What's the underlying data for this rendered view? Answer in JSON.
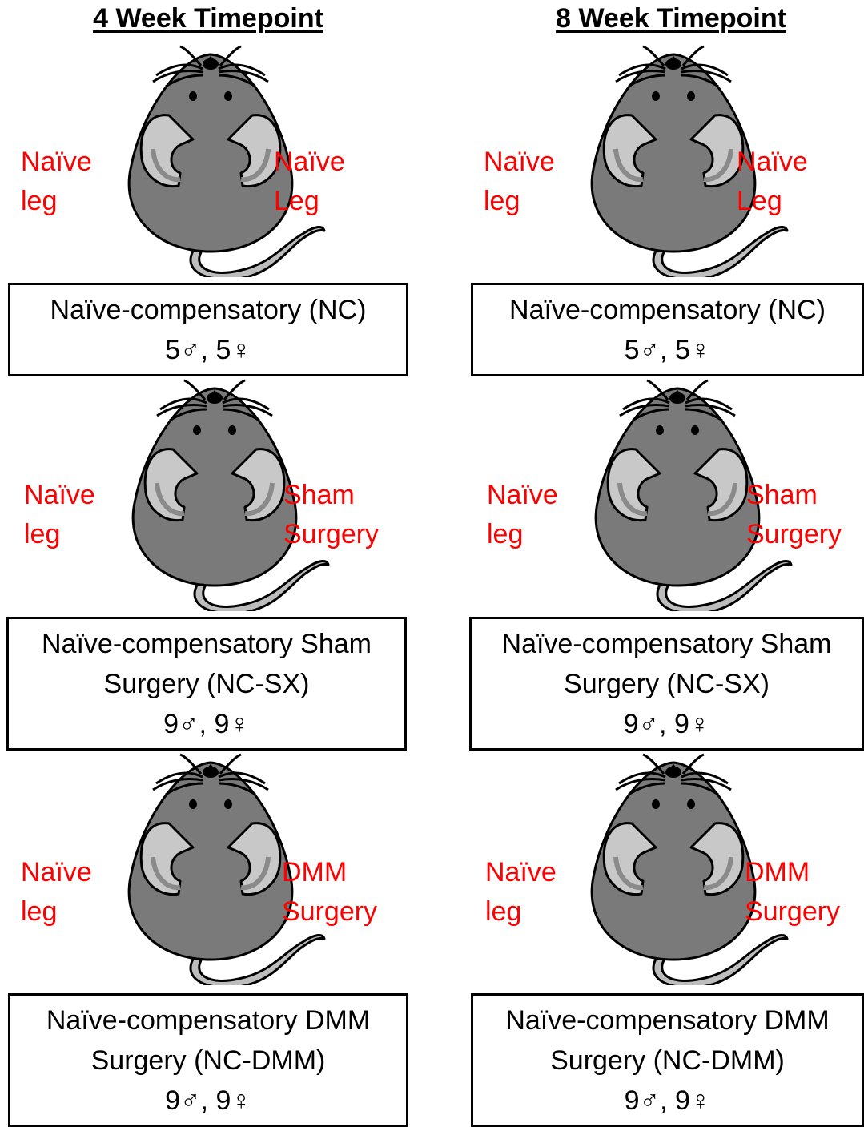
{
  "columns": [
    {
      "title": "4 Week Timepoint",
      "groups": [
        {
          "left_leg": [
            "Naïve",
            "leg"
          ],
          "right_leg": [
            "Naïve",
            "Leg"
          ],
          "box_lines": [
            "Naïve-compensatory (NC)",
            "5♂, 5♀"
          ]
        },
        {
          "left_leg": [
            "Naïve",
            "leg"
          ],
          "right_leg": [
            "Sham",
            "Surgery"
          ],
          "box_lines": [
            "Naïve-compensatory Sham",
            "Surgery (NC-SX)",
            "9♂, 9♀"
          ]
        },
        {
          "left_leg": [
            "Naïve",
            "leg"
          ],
          "right_leg": [
            "DMM",
            "Surgery"
          ],
          "box_lines": [
            "Naïve-compensatory DMM",
            "Surgery (NC-DMM)",
            "9♂, 9♀"
          ]
        }
      ]
    },
    {
      "title": "8 Week Timepoint",
      "groups": [
        {
          "left_leg": [
            "Naïve",
            "leg"
          ],
          "right_leg": [
            "Naïve",
            "Leg"
          ],
          "box_lines": [
            "Naïve-compensatory (NC)",
            "5♂, 5♀"
          ]
        },
        {
          "left_leg": [
            "Naïve",
            "leg"
          ],
          "right_leg": [
            "Sham",
            "Surgery"
          ],
          "box_lines": [
            "Naïve-compensatory Sham",
            "Surgery (NC-SX)",
            "9♂, 9♀"
          ]
        },
        {
          "left_leg": [
            "Naïve",
            "leg"
          ],
          "right_leg": [
            "DMM",
            "Surgery"
          ],
          "box_lines": [
            "Naïve-compensatory DMM",
            "Surgery (NC-DMM)",
            "9♂, 9♀"
          ]
        }
      ]
    }
  ],
  "colors": {
    "leg_label": "#ff0000",
    "mouse_body": "#7a7a7a",
    "mouse_haunch": "#c8c8c8",
    "tail": "#bdbdbd"
  }
}
